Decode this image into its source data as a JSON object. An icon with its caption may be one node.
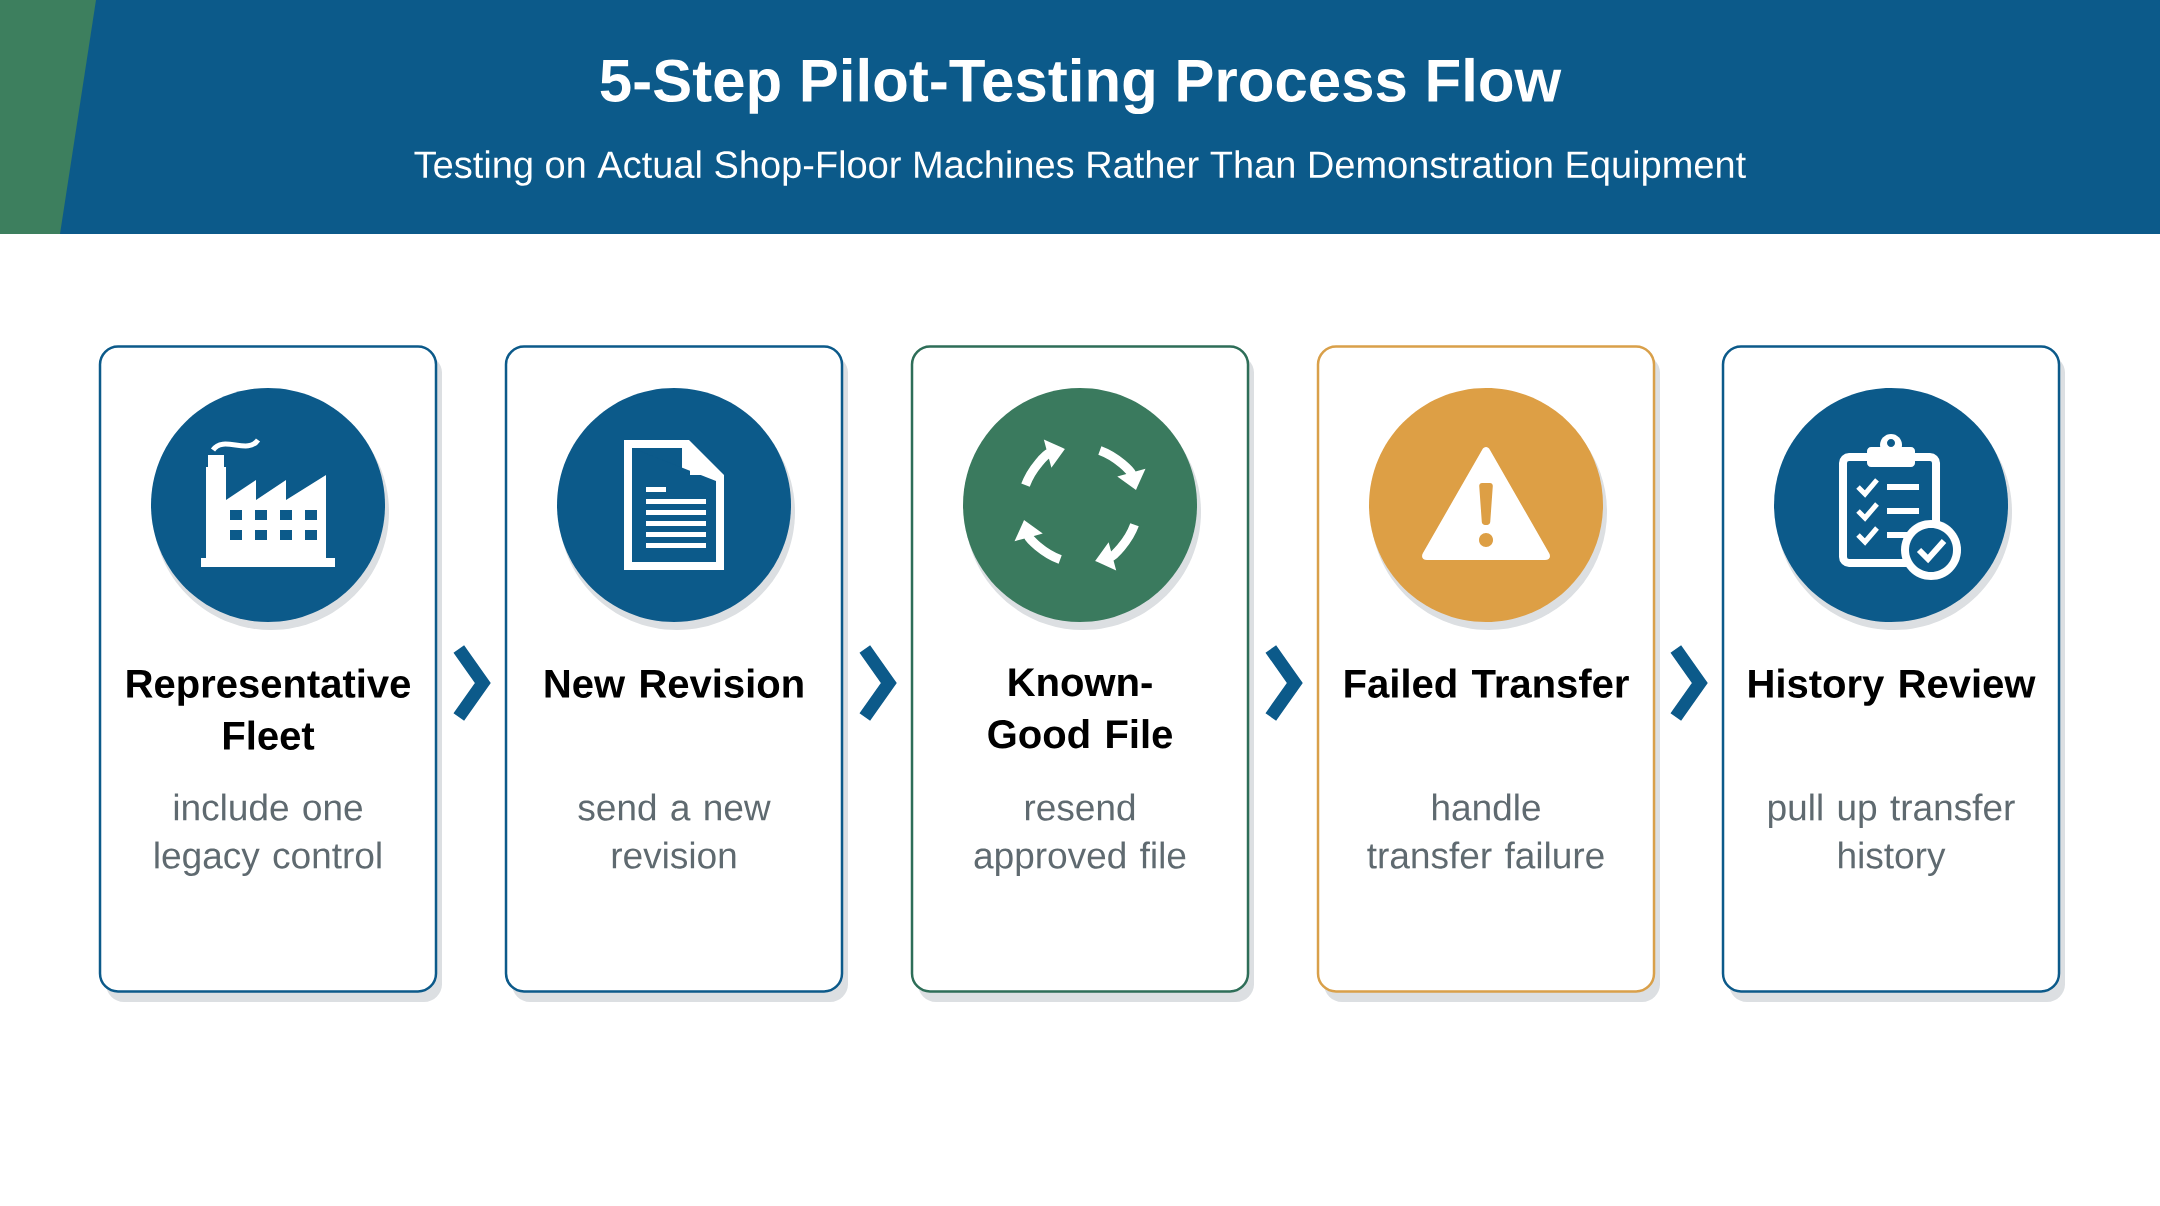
{
  "diagram": {
    "title": "5-Step Pilot-Testing Process Flow",
    "nodes": [
      {
        "text": [
          "Representative Fleet",
          "include one legacy control"
        ]
      },
      {
        "text": [
          "New Revision",
          "send a new revision"
        ]
      },
      {
        "text": [
          "Known-Good File",
          "resend approved file"
        ]
      },
      {
        "text": [
          "Failed Transfer",
          "handle transfer failure"
        ]
      },
      {
        "text": [
          "History Review",
          "pull up transfer history"
        ]
      }
    ],
    "edges": [
      {
        "from": 0,
        "to": 1,
        "arrow": "to"
      },
      {
        "from": 1,
        "to": 2,
        "arrow": "to"
      },
      {
        "from": 2,
        "to": 3,
        "arrow": "to"
      },
      {
        "from": 3,
        "to": 4,
        "arrow": "to"
      }
    ],
    "labels": [
      "Testing on Actual Shop-Floor Machines Rather Than Demonstration Equipment"
    ]
  }
}
